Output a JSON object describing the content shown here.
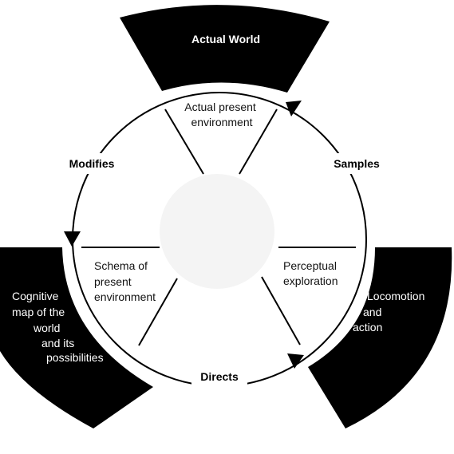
{
  "outer_nodes": {
    "top": "Actual World",
    "left": [
      "Cognitive",
      "map of the",
      "world",
      "and its",
      "possibilities"
    ],
    "right": [
      "Locomotion",
      "and",
      "action"
    ]
  },
  "inner_nodes": {
    "top": [
      "Actual present",
      "environment"
    ],
    "left": [
      "Schema of",
      "present",
      "environment"
    ],
    "right": [
      "Perceptual",
      "exploration"
    ]
  },
  "cycle_labels": {
    "samples": "Samples",
    "directs": "Directs",
    "modifies": "Modifies"
  },
  "colors": {
    "sector": "#000000",
    "background": "#ffffff",
    "hub": "#f4f4f4"
  }
}
